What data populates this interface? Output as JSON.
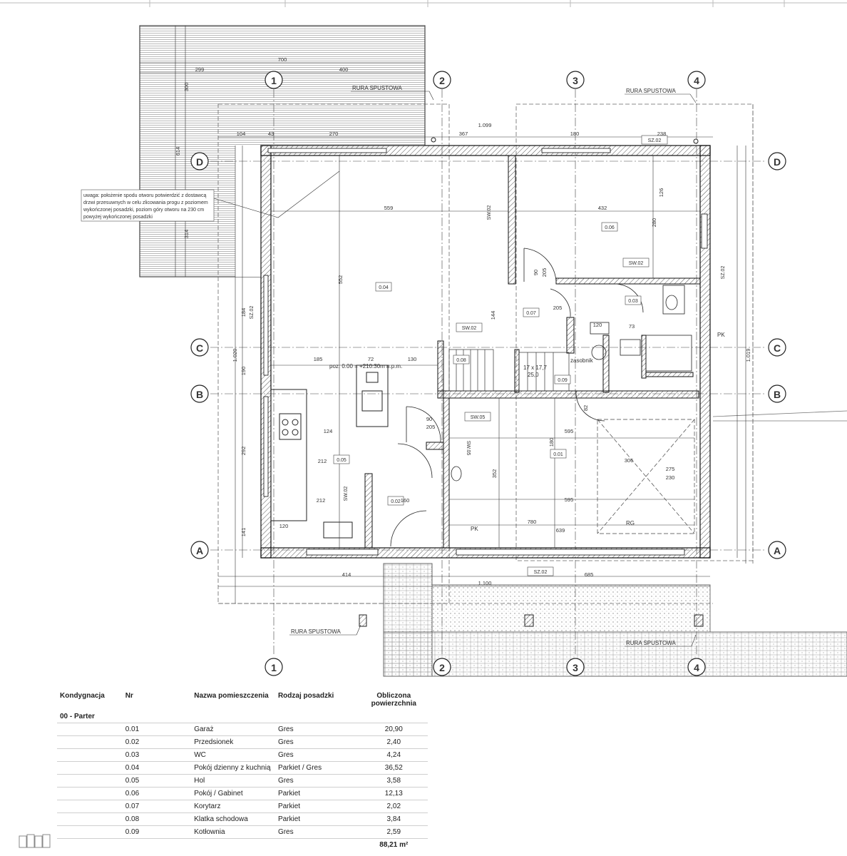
{
  "grid": {
    "axes_v": [
      "1",
      "2",
      "3",
      "4"
    ],
    "axes_h": [
      "D",
      "C",
      "B",
      "A"
    ]
  },
  "labels": {
    "downpipe": "RURA SPUSTOWA",
    "note": [
      "uwaga: położenie spodu otworu potwierdzić z dostawcą",
      "drzwi przesuwnych w celu zlicowania progu z poziomem",
      "wykończonej posadzki, poziom góry otworu na 230 cm",
      "powyżej wykończonej posadzki"
    ],
    "level": "poz. 0.00 = +210.30m n.p.m.",
    "stairs": [
      "17 x 17,7",
      "25,0"
    ],
    "zasobnik": "zasobnik",
    "pk": "PK",
    "rg": "RG"
  },
  "rooms": [
    {
      "id": "0.04"
    },
    {
      "id": "0.06"
    },
    {
      "id": "0.03"
    },
    {
      "id": "0.07"
    },
    {
      "id": "0.08"
    },
    {
      "id": "0.09"
    },
    {
      "id": "0.05"
    },
    {
      "id": "0.02"
    },
    {
      "id": "0.01"
    }
  ],
  "tags": [
    "SW.02",
    "SW.02",
    "SW.02",
    "SW.02",
    "SW.05",
    "SW.05",
    "SZ.02",
    "SZ.02",
    "SZ.02",
    "SZ.02"
  ],
  "dims": {
    "d700": "700",
    "d299": "299",
    "d400": "400",
    "d300": "300",
    "d614": "614",
    "d314": "314",
    "d104": "104",
    "d43": "43",
    "d270": "270",
    "d367": "367",
    "d180": "180",
    "d238": "238",
    "d1099": "1.099",
    "d559": "559",
    "d432": "432",
    "d552": "552",
    "d280": "280",
    "d126": "126",
    "d144": "144",
    "d185": "185",
    "d72": "72",
    "d130": "130",
    "d124": "124",
    "d212": "212",
    "d160": "160",
    "d595": "595",
    "d780": "780",
    "d639": "639",
    "d306": "306",
    "d352": "352",
    "d414": "414",
    "d685": "685",
    "d1100": "1.100",
    "d1020": "1.020",
    "d1019": "1.019",
    "d184": "184",
    "d190": "190",
    "d292": "292",
    "d141": "141",
    "d90": "90",
    "d205": "205",
    "d120": "120",
    "d73": "73",
    "d82": "82",
    "d275": "275",
    "d230": "230"
  },
  "table": {
    "headers": [
      "Kondygnacja",
      "Nr",
      "Nazwa pomieszczenia",
      "Rodzaj posadzki",
      "Obliczona powierzchnia"
    ],
    "floor": "00 - Parter",
    "rows": [
      {
        "nr": "0.01",
        "name": "Garaż",
        "floor": "Gres",
        "area": "20,90"
      },
      {
        "nr": "0.02",
        "name": "Przedsionek",
        "floor": "Gres",
        "area": "2,40"
      },
      {
        "nr": "0.03",
        "name": "WC",
        "floor": "Gres",
        "area": "4,24"
      },
      {
        "nr": "0.04",
        "name": "Pokój dzienny z kuchnią",
        "floor": "Parkiet / Gres",
        "area": "36,52"
      },
      {
        "nr": "0.05",
        "name": "Hol",
        "floor": "Gres",
        "area": "3,58"
      },
      {
        "nr": "0.06",
        "name": "Pokój / Gabinet",
        "floor": "Parkiet",
        "area": "12,13"
      },
      {
        "nr": "0.07",
        "name": "Korytarz",
        "floor": "Parkiet",
        "area": "2,02"
      },
      {
        "nr": "0.08",
        "name": "Klatka schodowa",
        "floor": "Parkiet",
        "area": "3,84"
      },
      {
        "nr": "0.09",
        "name": "Kotłownia",
        "floor": "Gres",
        "area": "2,59"
      }
    ],
    "total": "88,21 m²"
  }
}
